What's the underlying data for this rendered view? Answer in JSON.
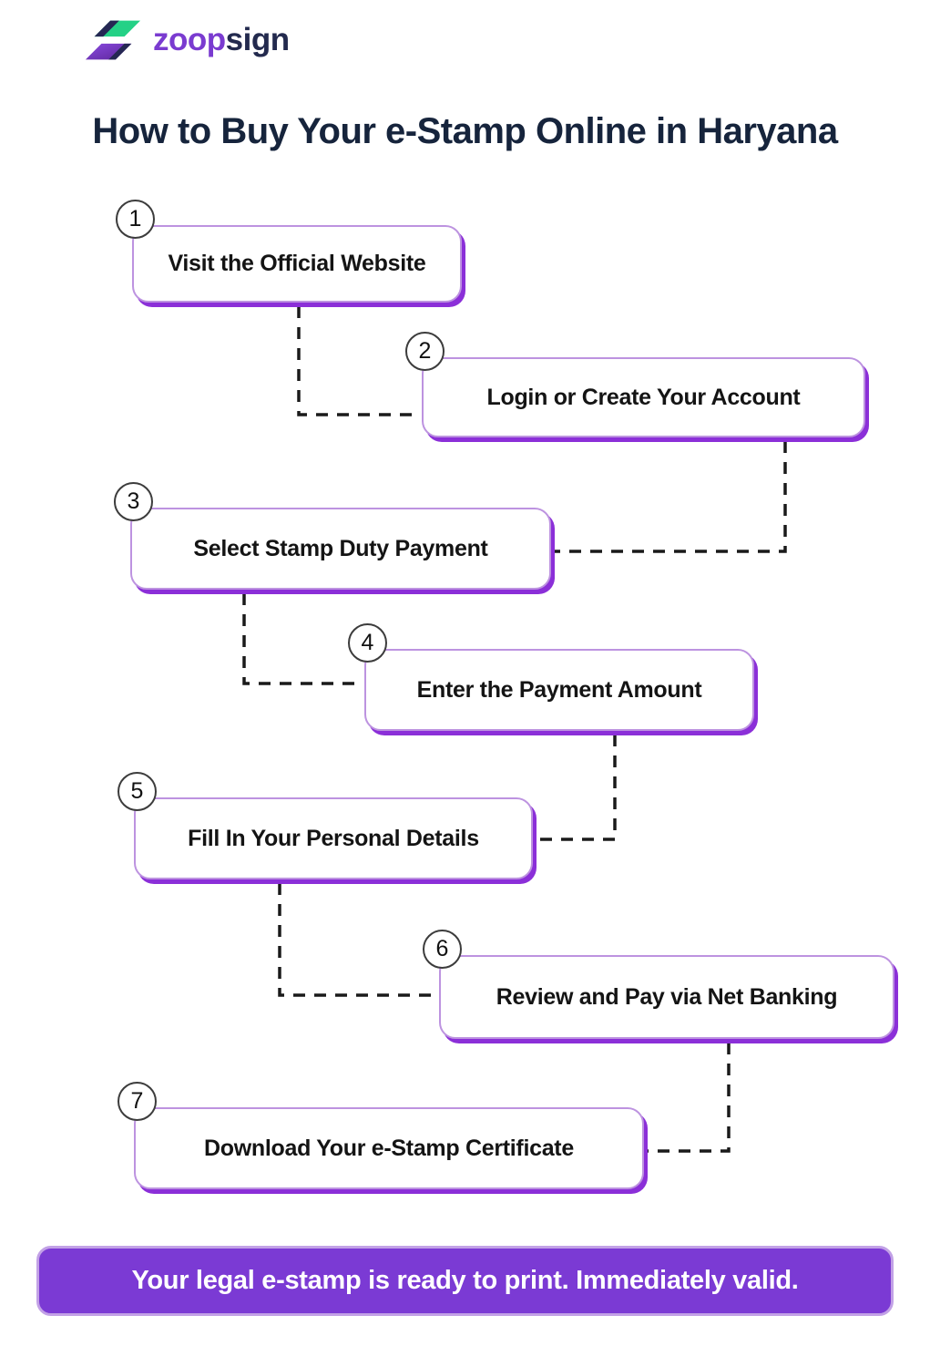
{
  "logo": {
    "zoop": "zoop",
    "sign": "sign"
  },
  "title": "How to Buy Your e-Stamp Online in Haryana",
  "steps": [
    {
      "number": "1",
      "label": "Visit the Official Website"
    },
    {
      "number": "2",
      "label": "Login or Create Your Account"
    },
    {
      "number": "3",
      "label": "Select Stamp Duty Payment"
    },
    {
      "number": "4",
      "label": "Enter the Payment Amount"
    },
    {
      "number": "5",
      "label": "Fill In Your Personal Details"
    },
    {
      "number": "6",
      "label": "Review and Pay via Net Banking"
    },
    {
      "number": "7",
      "label": "Download Your e-Stamp Certificate"
    }
  ],
  "banner": {
    "text": "Your legal e-stamp is ready to print. Immediately valid."
  },
  "colors": {
    "accent_purple": "#8B2FD8",
    "light_border_purple": "#BD93E0",
    "banner_purple": "#7B3AD4",
    "title_navy": "#16243C",
    "logo_green": "#24D186",
    "logo_navy": "#252753",
    "connector_black": "#1A1A1A"
  }
}
